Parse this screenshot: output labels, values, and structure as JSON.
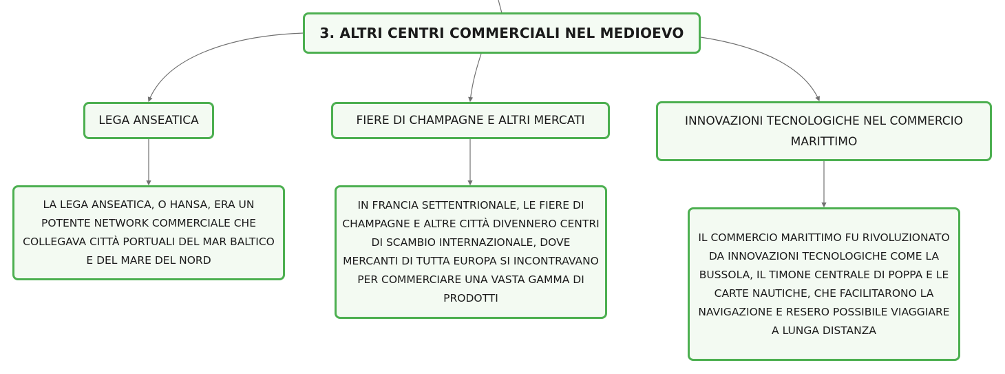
{
  "colors": {
    "border": "#4caf50",
    "fill": "#f3faf2",
    "connector": "#707070",
    "text": "#1a1a1a"
  },
  "root": {
    "title": "3. ALTRI CENTRI COMMERCIALI NEL MEDIOEVO"
  },
  "categories": [
    {
      "label": "LEGA ANSEATICA"
    },
    {
      "label": "FIERE DI CHAMPAGNE E ALTRI MERCATI"
    },
    {
      "label": "INNOVAZIONI TECNOLOGICHE NEL COMMERCIO MARITTIMO"
    }
  ],
  "details": [
    {
      "text": "LA LEGA ANSEATICA, O HANSA, ERA UN POTENTE NETWORK COMMERCIALE CHE COLLEGAVA CITTÀ PORTUALI DEL MAR BALTICO E DEL MARE DEL NORD"
    },
    {
      "text": "IN FRANCIA SETTENTRIONALE, LE FIERE DI CHAMPAGNE E ALTRE CITTÀ DIVENNERO CENTRI DI SCAMBIO INTERNAZIONALE, DOVE MERCANTI DI TUTTA EUROPA SI INCONTRAVANO PER COMMERCIARE UNA VASTA GAMMA DI PRODOTTI"
    },
    {
      "text": "IL COMMERCIO MARITTIMO FU RIVOLUZIONATO DA INNOVAZIONI TECNOLOGICHE COME LA BUSSOLA, IL TIMONE CENTRALE DI POPPA E LE CARTE NAUTICHE, CHE FACILITARONO LA NAVIGAZIONE E RESERO POSSIBILE VIAGGIARE A LUNGA DISTANZA"
    }
  ]
}
